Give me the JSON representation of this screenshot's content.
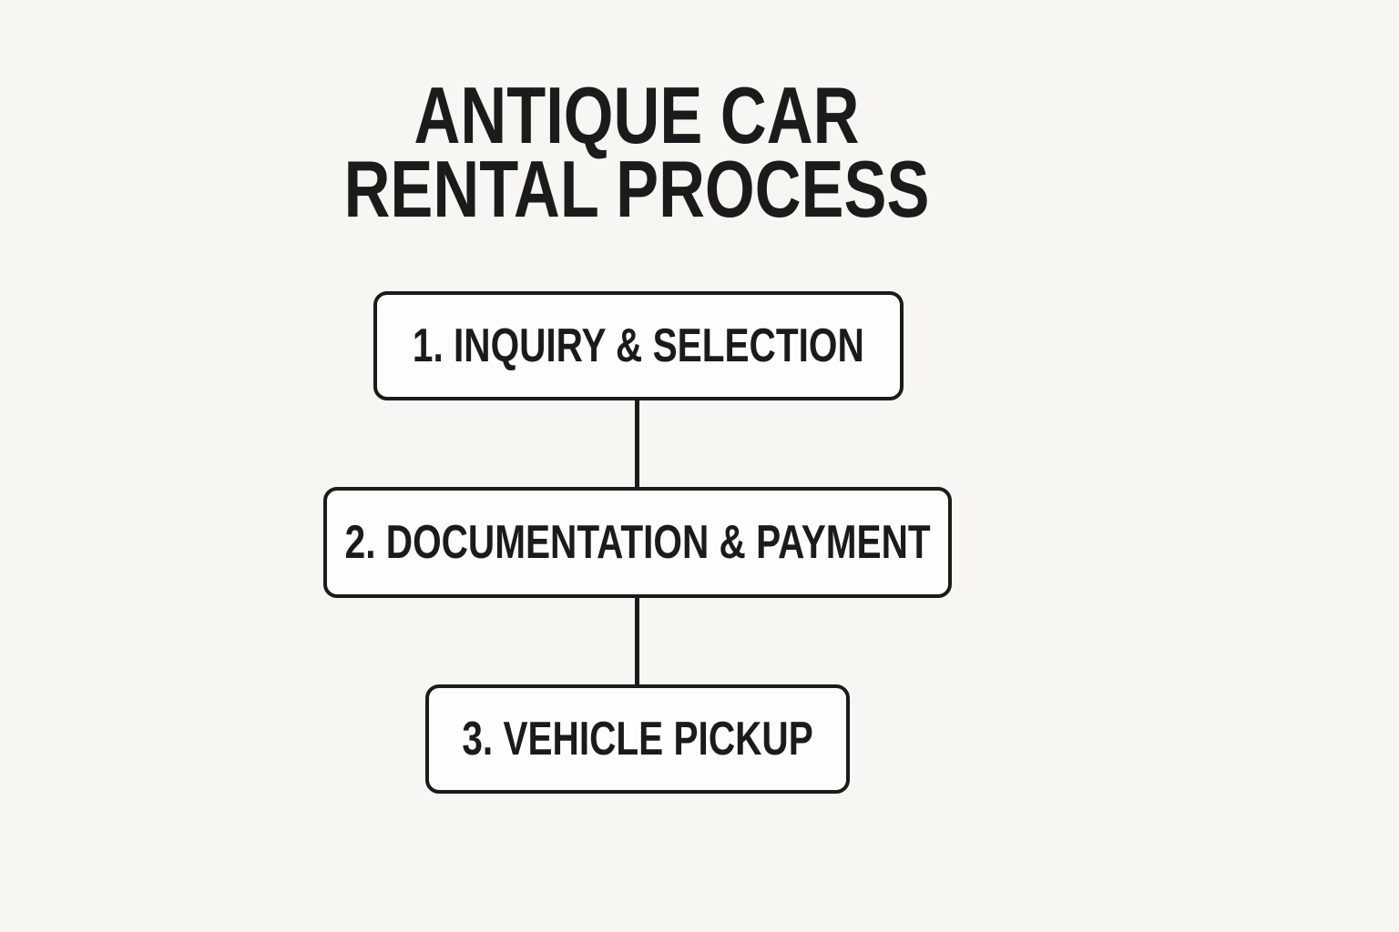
{
  "page": {
    "background": "#f7f6f3",
    "ink": "#1b1b1b",
    "box_fill": "#fdfdfc"
  },
  "title": {
    "line1": "ANTIQUE CAR",
    "line2": "RENTAL PROCESS"
  },
  "flowchart": {
    "steps": [
      {
        "label": "1. INQUIRY & SELECTION"
      },
      {
        "label": "2. DOCUMENTATION & PAYMENT"
      },
      {
        "label": "3. VEHICLE PICKUP"
      }
    ]
  }
}
